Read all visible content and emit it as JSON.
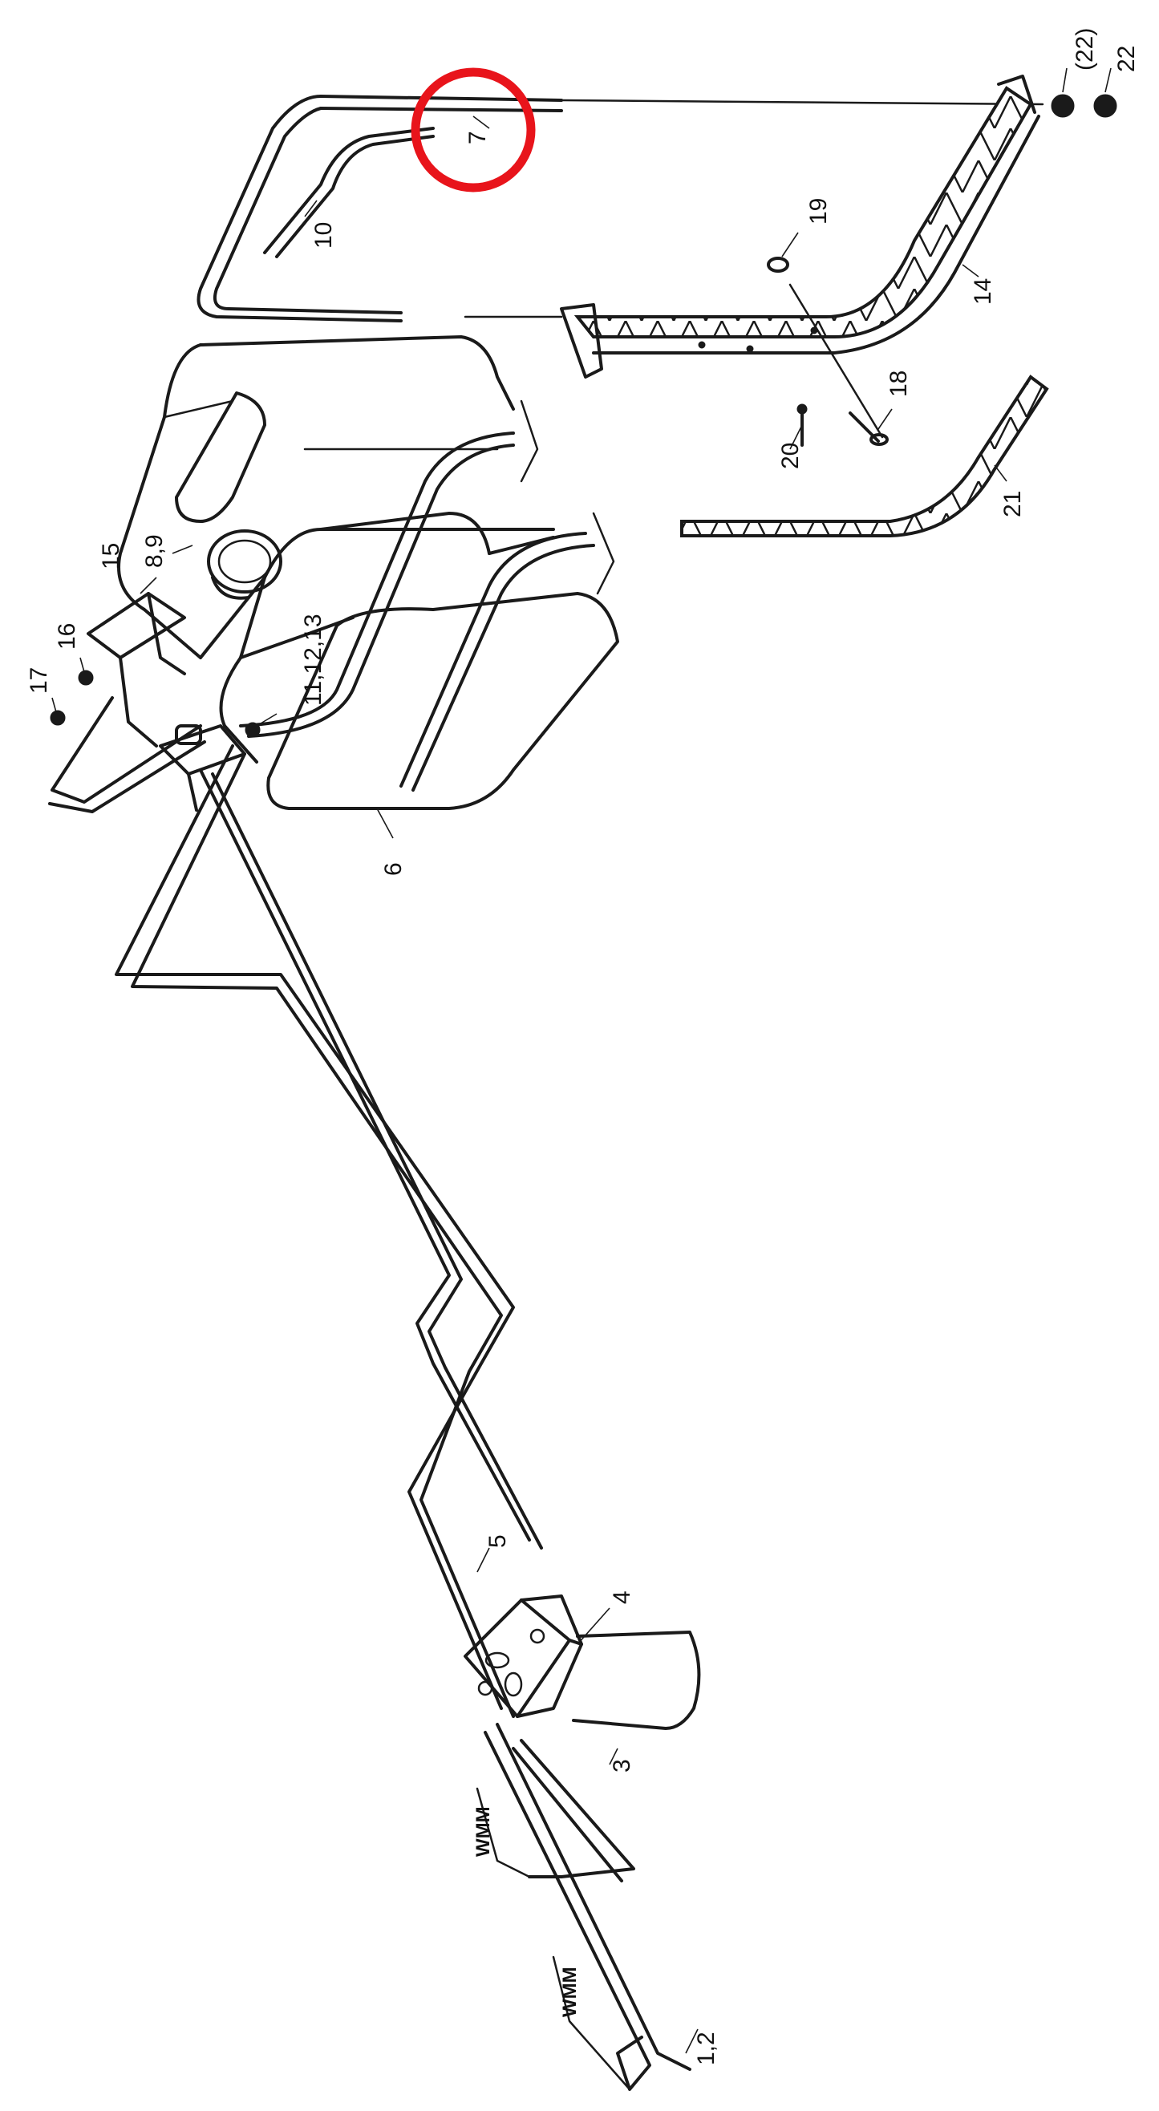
{
  "colors": {
    "ink": "#1a1a1a",
    "highlight": "#e8141b",
    "background": "#ffffff"
  },
  "callouts": {
    "c22p": "(22)",
    "c22": "22",
    "c7": "7",
    "c10": "10",
    "c19": "19",
    "c14": "14",
    "c18": "18",
    "c20": "20",
    "c21": "21",
    "c15": "15",
    "c89": "8,9",
    "c16": "16",
    "c17": "17",
    "c111213": "11,12,13",
    "c6": "6",
    "c5": "5",
    "c4": "4",
    "c3": "3",
    "c12": "1,2"
  },
  "annotations": {
    "handwritten_a": "WMM",
    "handwritten_b": "WMM"
  },
  "highlight": {
    "target_callout": "7"
  }
}
